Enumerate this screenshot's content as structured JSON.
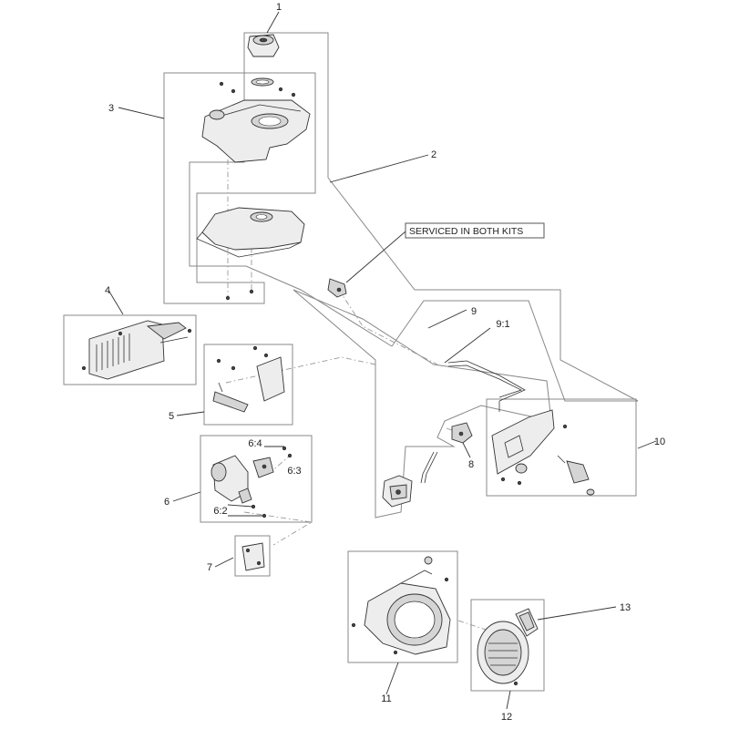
{
  "note": "SERVICED IN BOTH KITS",
  "callouts": {
    "c1": "1",
    "c2": "2",
    "c3": "3",
    "c4": "4",
    "c5": "5",
    "c6": "6",
    "c6_2": "6:2",
    "c6_3": "6:3",
    "c6_4": "6:4",
    "c7": "7",
    "c8": "8",
    "c9": "9",
    "c9_1": "9:1",
    "c10": "10",
    "c11": "11",
    "c12": "12",
    "c13": "13"
  }
}
